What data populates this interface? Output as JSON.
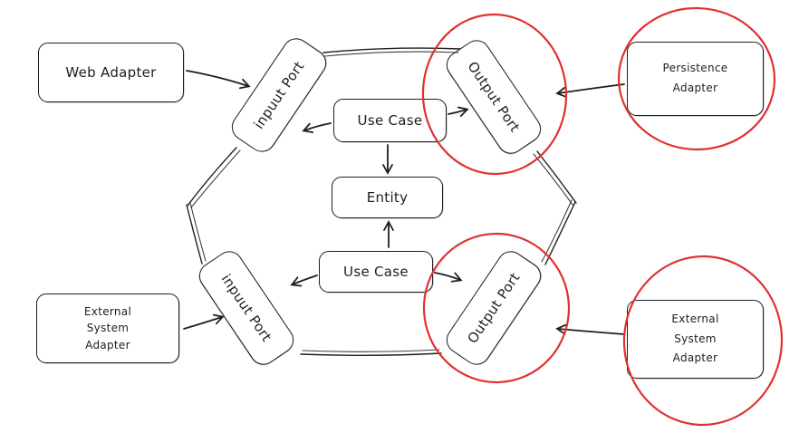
{
  "nodes": {
    "web_adapter": {
      "label": "Web Adapter"
    },
    "input_port_top": {
      "label": "inpuut Port"
    },
    "use_case_top": {
      "label": "Use Case"
    },
    "output_port_top": {
      "label": "Output Port"
    },
    "persistence_adapter": {
      "label": "Persistence\nAdapter"
    },
    "entity": {
      "label": "Entity"
    },
    "use_case_bottom": {
      "label": "Use Case"
    },
    "input_port_bottom": {
      "label": "inpuut Port"
    },
    "output_port_bottom": {
      "label": "Output Port"
    },
    "external_system_adapter_left": {
      "label": "External\nSystem\nAdapter"
    },
    "external_system_adapter_right": {
      "label": "External\nSystem\nAdapter"
    }
  },
  "connections": [
    {
      "from": "web_adapter",
      "to": "input_port_top"
    },
    {
      "from": "use_case_top",
      "to": "input_port_top"
    },
    {
      "from": "use_case_top",
      "to": "output_port_top"
    },
    {
      "from": "persistence_adapter",
      "to": "output_port_top"
    },
    {
      "from": "use_case_top",
      "to": "entity"
    },
    {
      "from": "use_case_bottom",
      "to": "entity"
    },
    {
      "from": "use_case_bottom",
      "to": "input_port_bottom"
    },
    {
      "from": "use_case_bottom",
      "to": "output_port_bottom"
    },
    {
      "from": "external_system_adapter_left",
      "to": "input_port_bottom"
    },
    {
      "from": "external_system_adapter_right",
      "to": "output_port_bottom"
    }
  ],
  "highlighted_nodes": [
    "output_port_top",
    "persistence_adapter",
    "output_port_bottom",
    "external_system_adapter_right"
  ],
  "colors": {
    "stroke": "#1e1e1e",
    "highlight": "#e03131",
    "background": "#ffffff"
  }
}
